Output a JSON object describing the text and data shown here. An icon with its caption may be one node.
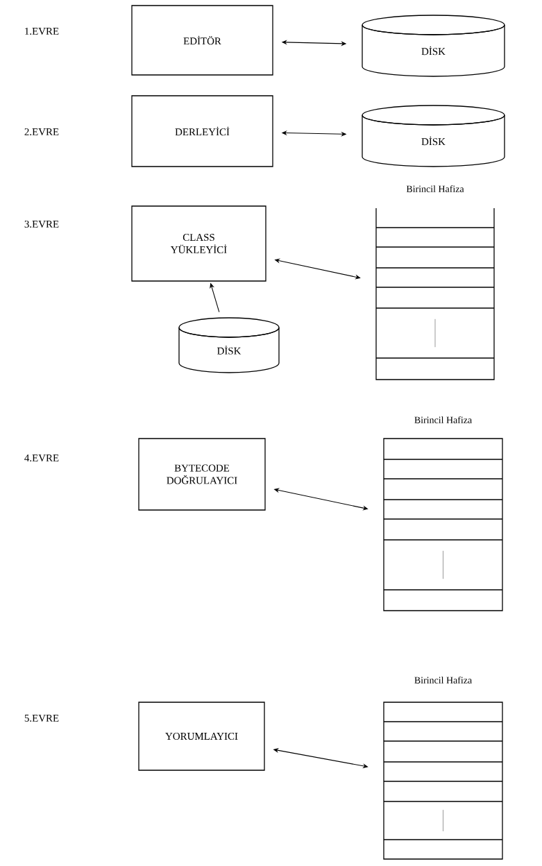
{
  "diagram": {
    "nodes": [
      {
        "text": [
          "EDİTÖR"
        ]
      },
      {
        "text": [
          "DİSK"
        ]
      },
      {
        "text": [
          "DERLEYİCİ"
        ]
      },
      {
        "text": [
          "DİSK"
        ]
      },
      {
        "text": [
          "CLASS YÜKLEYİCİ"
        ]
      },
      {
        "text": [
          "Birincil Hafiza"
        ]
      },
      {
        "text": [
          "DİSK"
        ]
      },
      {
        "text": [
          "BYTECODE DOĞRULAYICI"
        ]
      },
      {
        "text": [
          "Birincil Hafiza"
        ]
      },
      {
        "text": [
          "YORUMLAYICI"
        ]
      },
      {
        "text": [
          "Birincil Hafiza"
        ]
      }
    ],
    "edges": [
      {
        "from": 0,
        "to": 1,
        "arrow": "both"
      },
      {
        "from": 2,
        "to": 3,
        "arrow": "both"
      },
      {
        "from": 4,
        "to": 5,
        "arrow": "both"
      },
      {
        "from": 6,
        "to": 4,
        "arrow": "to"
      },
      {
        "from": 7,
        "to": 8,
        "arrow": "both"
      },
      {
        "from": 9,
        "to": 10,
        "arrow": "both"
      }
    ],
    "labels": [
      "1.EVRE",
      "2.EVRE",
      "3.EVRE",
      "4.EVRE",
      "5.EVRE"
    ]
  }
}
